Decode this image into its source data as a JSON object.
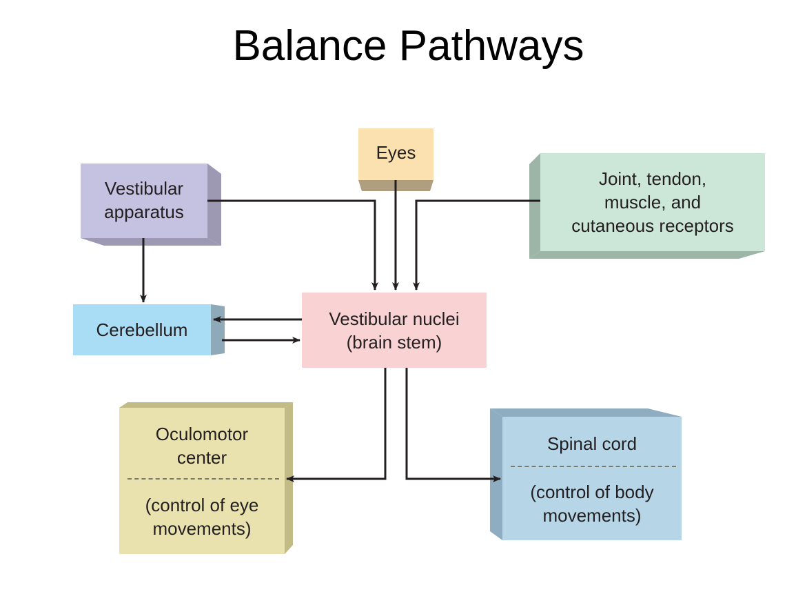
{
  "title": "Balance Pathways",
  "nodes": {
    "eyes": {
      "label": "Eyes",
      "color": "#fbe1b0",
      "shade": "#b09e80"
    },
    "vestibular_apparatus": {
      "line1": "Vestibular",
      "line2": "apparatus",
      "color": "#c5c1e1",
      "shade": "#9d99b3"
    },
    "proprioceptors": {
      "line1": "Joint, tendon,",
      "line2": "muscle, and",
      "line3": "cutaneous receptors",
      "color": "#cce6d8",
      "shade": "#9cb5a6"
    },
    "cerebellum": {
      "label": "Cerebellum",
      "color": "#a9dcf5",
      "shade": "#8ea9b8"
    },
    "vestibular_nuclei": {
      "line1": "Vestibular nuclei",
      "line2": "(brain stem)",
      "color": "#f9d2d4"
    },
    "oculomotor_center": {
      "line1": "Oculomotor",
      "line2": "center",
      "line3": "(control of eye",
      "line4": "movements)",
      "color": "#e9e2ae",
      "shade": "#c2bb86"
    },
    "spinal_cord": {
      "line1": "Spinal cord",
      "line2": "(control of body",
      "line3": "movements)",
      "color": "#b6d5e7",
      "shade": "#8fadc0"
    }
  },
  "edges": [
    {
      "from": "Vestibular apparatus",
      "to": "Vestibular nuclei"
    },
    {
      "from": "Eyes",
      "to": "Vestibular nuclei"
    },
    {
      "from": "Joint, tendon, muscle, and cutaneous receptors",
      "to": "Vestibular nuclei"
    },
    {
      "from": "Vestibular apparatus",
      "to": "Cerebellum"
    },
    {
      "from": "Vestibular nuclei",
      "to": "Cerebellum"
    },
    {
      "from": "Cerebellum",
      "to": "Vestibular nuclei"
    },
    {
      "from": "Vestibular nuclei",
      "to": "Oculomotor center"
    },
    {
      "from": "Vestibular nuclei",
      "to": "Spinal cord"
    }
  ]
}
